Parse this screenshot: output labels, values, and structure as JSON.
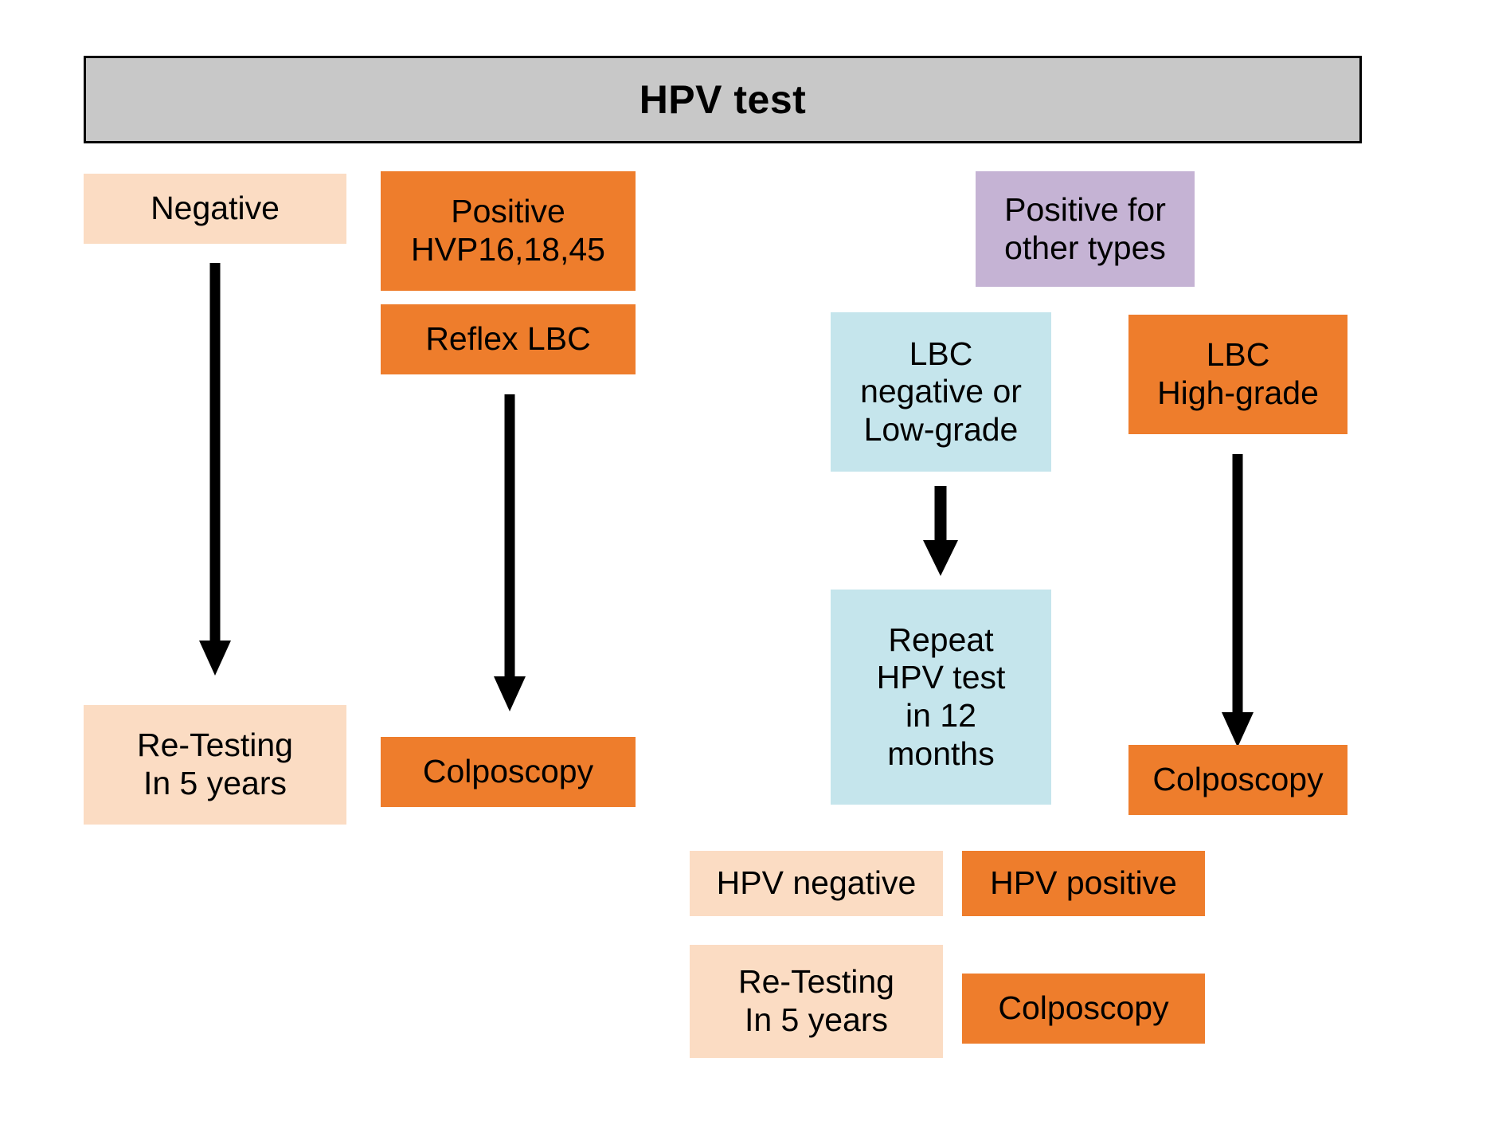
{
  "header": {
    "title": "HPV test"
  },
  "colors": {
    "header_bg": "#c8c8c8",
    "peach": "#fbdcc3",
    "orange": "#ee7d2c",
    "purple": "#c5b3d4",
    "blue": "#c5e5ec",
    "arrow": "#000000",
    "text": "#000000"
  },
  "flow": {
    "negative": "Negative",
    "retest_left": "Re-Testing\nIn 5 years",
    "positive_types": "Positive\nHVP16,18,45",
    "reflex_lbc": "Reflex LBC",
    "colposcopy_left": "Colposcopy",
    "positive_other": "Positive for\nother types",
    "lbc_neg_low": "LBC\nnegative or\nLow-grade",
    "repeat_hpv": "Repeat\nHPV test\nin 12\nmonths",
    "lbc_high": "LBC\nHigh-grade",
    "colposcopy_right": "Colposcopy"
  },
  "legend": {
    "hpv_negative": "HPV negative",
    "hpv_positive": "HPV positive",
    "retest_5_years": "Re-Testing\nIn 5 years",
    "colposcopy": "Colposcopy"
  },
  "arrows": [
    {
      "name": "arrow-negative-to-retest"
    },
    {
      "name": "arrow-reflex-to-colposcopy"
    },
    {
      "name": "arrow-lbc-to-repeat"
    },
    {
      "name": "arrow-highgrade-to-colposcopy"
    }
  ]
}
